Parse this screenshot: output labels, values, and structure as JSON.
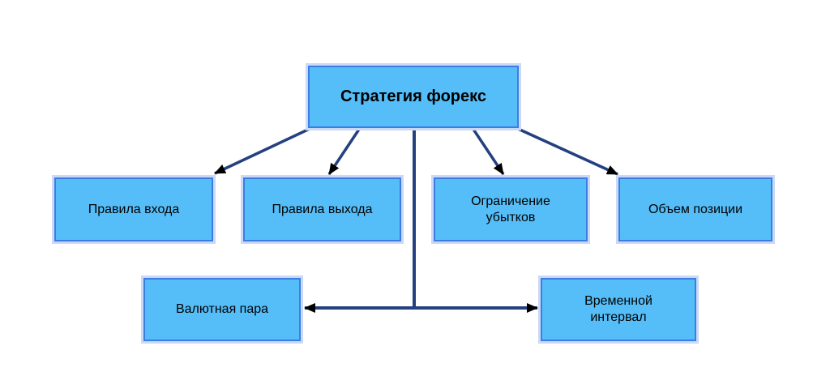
{
  "diagram": {
    "type": "flowchart",
    "language": "ru",
    "title": "Стратегия форекс",
    "nodes": {
      "strategy": {
        "label": "Стратегия форекс",
        "role": "root"
      },
      "entry_rules": {
        "label": "Правила входа"
      },
      "exit_rules": {
        "label": "Правила выхода"
      },
      "loss_limit": {
        "label": "Ограничение убытков"
      },
      "position_size": {
        "label": "Объем позиции"
      },
      "currency_pair": {
        "label": "Валютная пара"
      },
      "time_interval": {
        "label": "Временной интервал"
      }
    },
    "edges": [
      {
        "from": "strategy",
        "to": "entry_rules",
        "style": "arrow"
      },
      {
        "from": "strategy",
        "to": "exit_rules",
        "style": "arrow"
      },
      {
        "from": "strategy",
        "to": "loss_limit",
        "style": "arrow"
      },
      {
        "from": "strategy",
        "to": "position_size",
        "style": "arrow"
      },
      {
        "from": "strategy",
        "to": "currency_pair",
        "style": "arrow",
        "via": "vertical-trunk-tee"
      },
      {
        "from": "strategy",
        "to": "time_interval",
        "style": "arrow",
        "via": "vertical-trunk-tee"
      }
    ],
    "colors": {
      "node_fill": "#55bef8",
      "node_border": "#3d7de2",
      "node_halo": "#c9d9f7",
      "connector": "#24407e",
      "arrowhead": "#000000",
      "text": "#000000",
      "background": "#ffffff"
    }
  }
}
